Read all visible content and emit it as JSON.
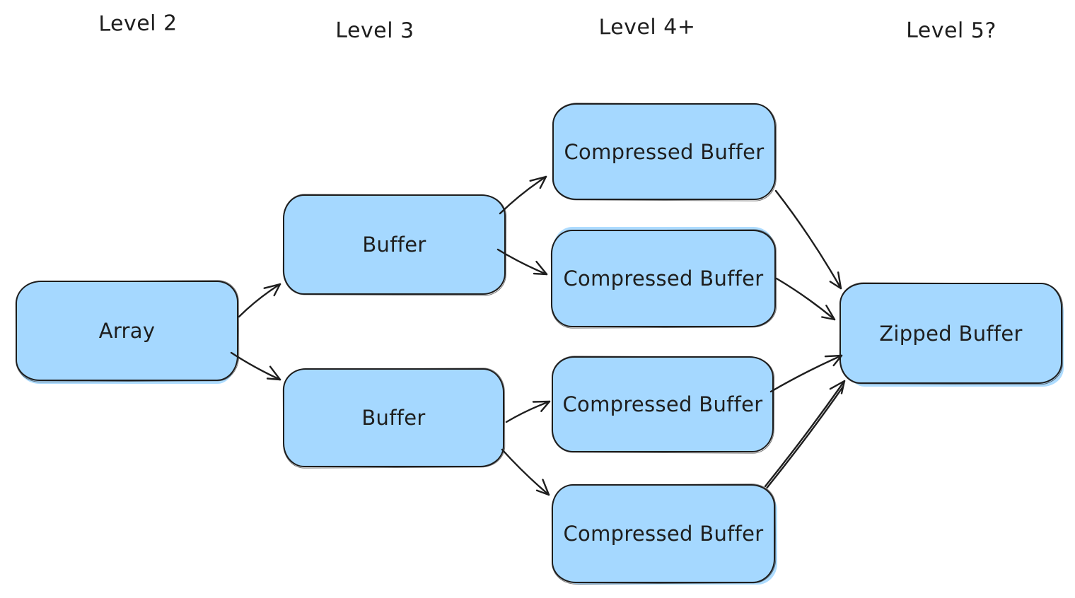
{
  "diagram": {
    "type": "flowchart",
    "style": "hand-drawn",
    "colors": {
      "background": "#ffffff",
      "node_fill": "#a5d8ff",
      "node_stroke": "#1e1e1e",
      "arrow": "#1e1e1e",
      "text": "#1e1e1e"
    },
    "headers": [
      {
        "label": "Level 2"
      },
      {
        "label": "Level 3"
      },
      {
        "label": "Level 4+"
      },
      {
        "label": "Level 5?"
      }
    ],
    "nodes": [
      {
        "id": "array",
        "label": "Array",
        "column": "Level 2"
      },
      {
        "id": "buffer-1",
        "label": "Buffer",
        "column": "Level 3"
      },
      {
        "id": "buffer-2",
        "label": "Buffer",
        "column": "Level 3"
      },
      {
        "id": "compressed-buffer-1",
        "label": "Compressed Buffer",
        "column": "Level 4+"
      },
      {
        "id": "compressed-buffer-2",
        "label": "Compressed Buffer",
        "column": "Level 4+"
      },
      {
        "id": "compressed-buffer-3",
        "label": "Compressed Buffer",
        "column": "Level 4+"
      },
      {
        "id": "compressed-buffer-4",
        "label": "Compressed Buffer",
        "column": "Level 4+"
      },
      {
        "id": "zipped-buffer",
        "label": "Zipped Buffer",
        "column": "Level 5?"
      }
    ],
    "edges": [
      {
        "from": "array",
        "to": "buffer-1"
      },
      {
        "from": "array",
        "to": "buffer-2"
      },
      {
        "from": "buffer-1",
        "to": "compressed-buffer-1"
      },
      {
        "from": "buffer-1",
        "to": "compressed-buffer-2"
      },
      {
        "from": "buffer-2",
        "to": "compressed-buffer-3"
      },
      {
        "from": "buffer-2",
        "to": "compressed-buffer-4"
      },
      {
        "from": "compressed-buffer-1",
        "to": "zipped-buffer"
      },
      {
        "from": "compressed-buffer-2",
        "to": "zipped-buffer"
      },
      {
        "from": "compressed-buffer-3",
        "to": "zipped-buffer"
      },
      {
        "from": "compressed-buffer-4",
        "to": "zipped-buffer"
      }
    ]
  }
}
